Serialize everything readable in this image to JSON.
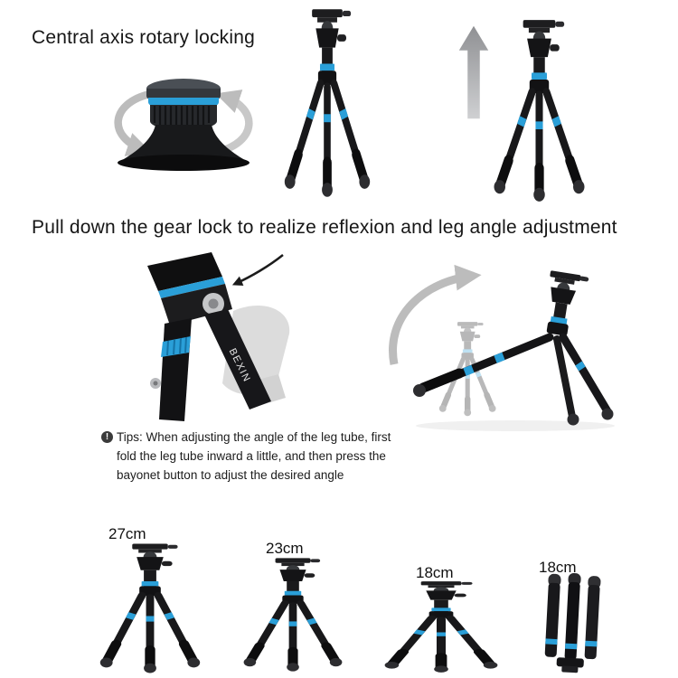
{
  "brand": "BEXIN",
  "colors": {
    "accent_blue": "#2a9fd8",
    "body_dark": "#141416",
    "arrow_gray": "#bcbcbc"
  },
  "sections": {
    "rotary": {
      "heading": "Central axis rotary locking"
    },
    "gear_lock": {
      "heading": "Pull down the gear lock to realize reflexion and leg angle adjustment",
      "tips": {
        "icon": "!",
        "lines": [
          "Tips: When adjusting the angle of the leg tube, first",
          "fold the leg tube inward a little, and then press the",
          "bayonet button to adjust the desired angle"
        ]
      }
    },
    "heights": {
      "labels": [
        "27cm",
        "23cm",
        "18cm",
        "18cm"
      ]
    }
  }
}
